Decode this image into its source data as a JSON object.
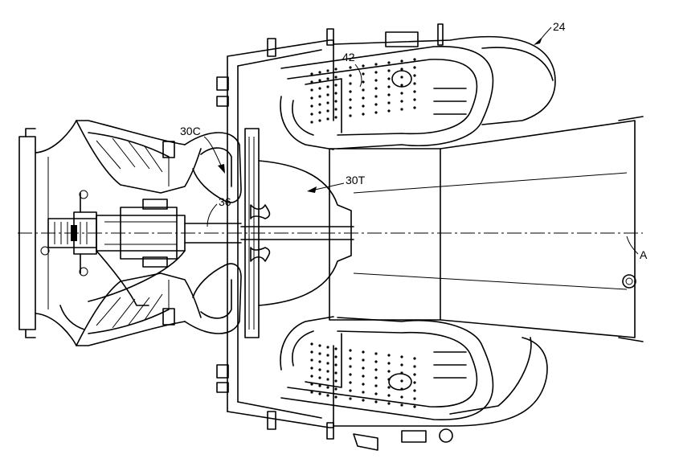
{
  "figure": {
    "labels": {
      "engine": "24",
      "combustor_liner": "42",
      "compressor": "30C",
      "turbine": "30T",
      "shaft": "36",
      "axis": "A"
    }
  }
}
